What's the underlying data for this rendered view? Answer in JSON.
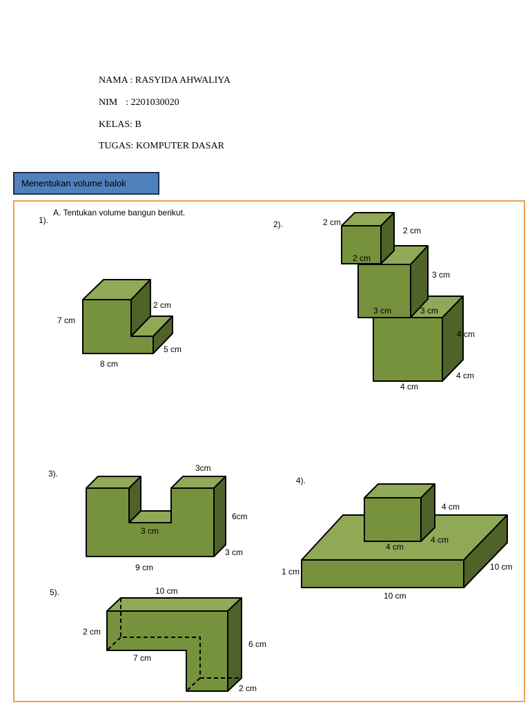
{
  "header": {
    "nama": "NAMA : RASYIDA AHWALIYA",
    "nim_label": "NIM",
    "nim_value": ": 2201030020",
    "kelas": "KELAS: B",
    "tugas": "TUGAS: KOMPUTER DASAR"
  },
  "banner": "Menentukan volume balok",
  "instruction": "A.   Tentukan volume bangun berikut.",
  "shapes": {
    "s1": {
      "num": "1).",
      "d1": "7 cm",
      "d2": "2 cm",
      "d3": "5 cm",
      "d4": "8 cm"
    },
    "s2": {
      "num": "2).",
      "d1": "2 cm",
      "d2": "2 cm",
      "d3": "2 cm",
      "d4": "3 cm",
      "d5": "3 cm",
      "d6": "3 cm",
      "d7": "4 cm",
      "d8": "4 cm",
      "d9": "4 cm"
    },
    "s3": {
      "num": "3).",
      "d1": "3cm",
      "d2": "6cm",
      "d3": "3 cm",
      "d4": "3 cm",
      "d5": "9 cm"
    },
    "s4": {
      "num": "4).",
      "d1": "4 cm",
      "d2": "4 cm",
      "d3": "4 cm",
      "d4": "1 cm",
      "d5": "10 cm",
      "d6": "10 cm"
    },
    "s5": {
      "num": "5).",
      "d1": "10 cm",
      "d2": "2 cm",
      "d3": "7 cm",
      "d4": "6 cm",
      "d5": "2 cm"
    }
  },
  "colors": {
    "face_front": "#76923c",
    "face_top": "#8fa956",
    "face_side": "#4f6228",
    "frame": "#f0a050",
    "banner": "#4f81bd"
  }
}
